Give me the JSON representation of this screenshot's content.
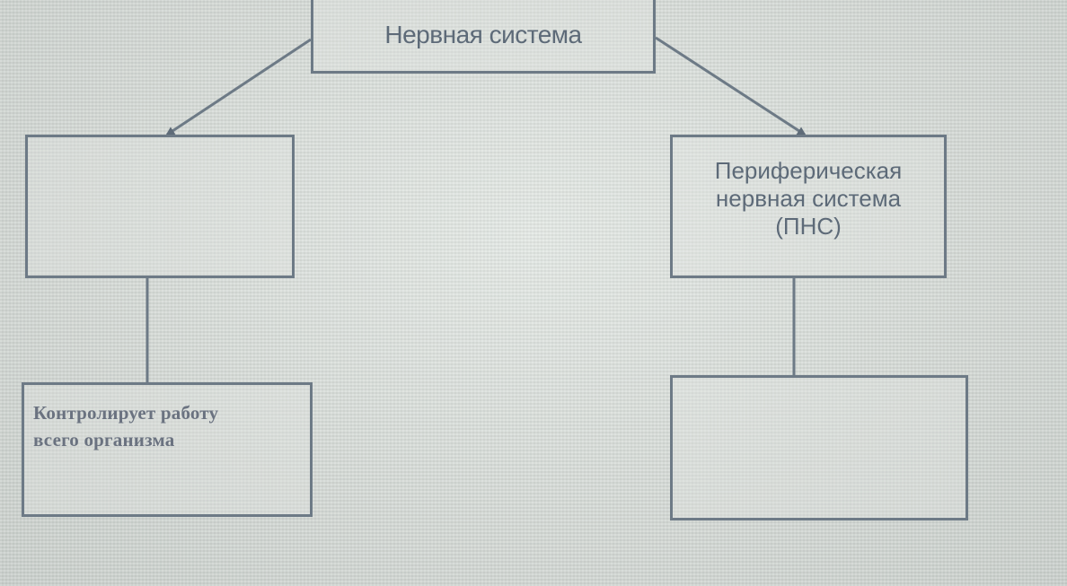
{
  "diagram": {
    "nodes": {
      "root": {
        "label": "Нервная система"
      },
      "cns": {
        "label": ""
      },
      "pns": {
        "label_lines": [
          "Периферическая",
          "нервная система",
          "(ПНС)"
        ]
      },
      "cns_child": {
        "label_lines": [
          "Контролирует работу",
          "всего организма"
        ]
      },
      "pns_child": {
        "label": ""
      }
    },
    "colors": {
      "line": "#6d7a86",
      "text": "#5d6a78",
      "background": "#d7dcd8"
    }
  }
}
